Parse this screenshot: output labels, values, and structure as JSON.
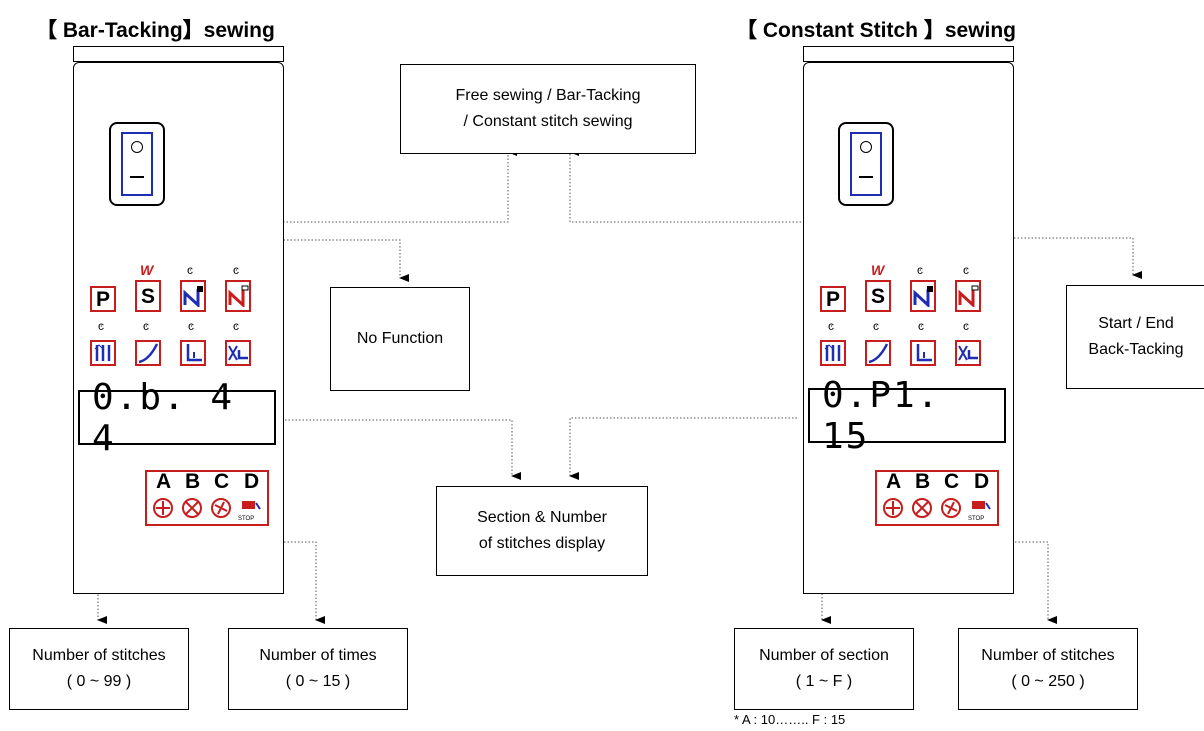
{
  "titles": {
    "left": "【 Bar-Tacking】sewing",
    "right": "【 Constant Stitch 】sewing"
  },
  "boxes": {
    "mode": [
      "Free sewing / Bar-Tacking",
      "/ Constant stitch sewing"
    ],
    "no_function": "No Function",
    "back_tacking": [
      "Start / End",
      "Back-Tacking"
    ],
    "section_display": [
      "Section & Number",
      "of stitches display"
    ],
    "left_stitches": [
      "Number of stitches",
      "( 0 ~ 99 )"
    ],
    "left_times": [
      "Number of times",
      "( 0 ~ 15 )"
    ],
    "right_section": [
      "Number of section",
      "( 1 ~ F )"
    ],
    "right_stitches": [
      "Number of stitches",
      "( 0 ~ 250 )"
    ]
  },
  "note": "*   A : 10…….. F : 15",
  "panel_left": {
    "display": "0.b. 4  4",
    "keys": {
      "p": "P",
      "s": "S",
      "w": "W"
    },
    "abcd": [
      "A",
      "B",
      "C",
      "D"
    ]
  },
  "panel_right": {
    "display": "0.P1.  15",
    "keys": {
      "p": "P",
      "s": "S",
      "w": "W"
    },
    "abcd": [
      "A",
      "B",
      "C",
      "D"
    ]
  },
  "icons": {
    "led": "led-indicator-icon",
    "stop": "STOP",
    "colors": {
      "key_border": "#c81d1d",
      "icon_blue": "#1f2db3",
      "switch_frame": "#1f2db3"
    }
  },
  "led_glyph": "ͼ"
}
